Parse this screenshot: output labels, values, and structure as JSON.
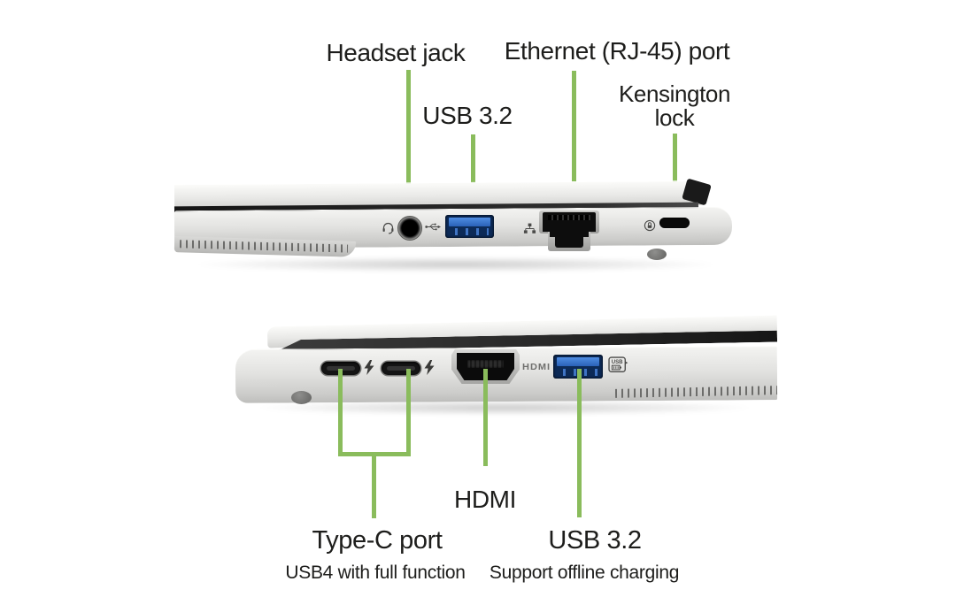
{
  "colors": {
    "accent_green": "#8abc5c",
    "text": "#1d1d1b",
    "background": "#ffffff"
  },
  "top_view": {
    "side": "right-side ports",
    "labels": {
      "headset": "Headset jack",
      "usb": "USB 3.2",
      "ethernet": "Ethernet (RJ-45) port",
      "kensington": "Kensington lock"
    }
  },
  "bottom_view": {
    "side": "left-side ports",
    "labels": {
      "hdmi": "HDMI",
      "typec": "Type-C port",
      "typec_sub": "USB4 with full function",
      "usb": "USB 3.2",
      "usb_sub": "Support offline charging"
    },
    "port_markings": {
      "hdmi_logo": "HDMI",
      "usb_badge": "USB"
    }
  }
}
